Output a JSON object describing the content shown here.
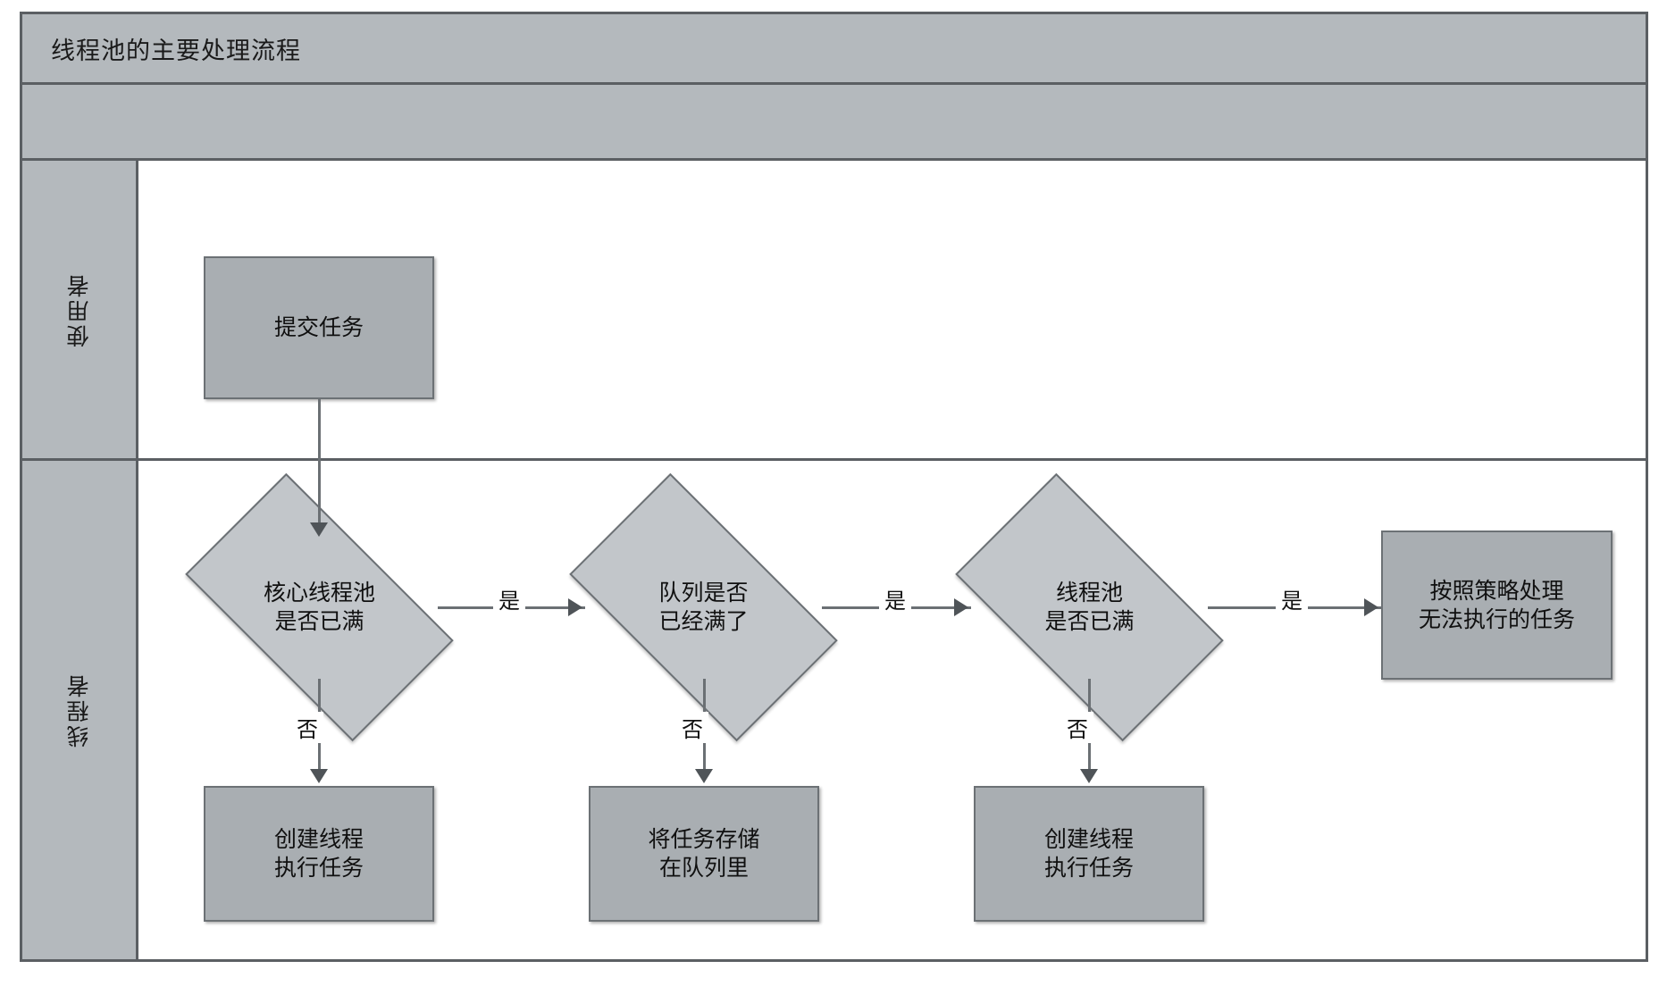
{
  "diagram": {
    "title": "线程池的主要处理流程",
    "phase_band_label": "",
    "colors": {
      "lane_header_fill": "#b4b9bd",
      "node_fill": "#a9aeb2",
      "decision_fill": "#c2c6ca",
      "border": "#6c7175",
      "frame_border": "#5b5f63",
      "connector": "#6b7074",
      "canvas": "#ffffff"
    },
    "lanes": [
      {
        "id": "lane-user",
        "label": "使用者"
      },
      {
        "id": "lane-thread",
        "label": "线程者"
      }
    ],
    "nodes": [
      {
        "id": "submit-task",
        "type": "process",
        "lane": "lane-user",
        "text": "提交任务"
      },
      {
        "id": "core-pool-full",
        "type": "decision",
        "lane": "lane-thread",
        "text": "核心线程池\n是否已满"
      },
      {
        "id": "queue-full",
        "type": "decision",
        "lane": "lane-thread",
        "text": "队列是否\n已经满了"
      },
      {
        "id": "pool-full",
        "type": "decision",
        "lane": "lane-thread",
        "text": "线程池\n是否已满"
      },
      {
        "id": "reject-policy",
        "type": "process",
        "lane": "lane-thread",
        "text": "按照策略处理\n无法执行的任务"
      },
      {
        "id": "create-thread-1",
        "type": "process",
        "lane": "lane-thread",
        "text": "创建线程\n执行任务"
      },
      {
        "id": "store-in-queue",
        "type": "process",
        "lane": "lane-thread",
        "text": "将任务存储\n在队列里"
      },
      {
        "id": "create-thread-2",
        "type": "process",
        "lane": "lane-thread",
        "text": "创建线程\n执行任务"
      }
    ],
    "edges": [
      {
        "id": "e-submit-to-core",
        "from": "submit-task",
        "to": "core-pool-full",
        "label": ""
      },
      {
        "id": "e-core-yes-queue",
        "from": "core-pool-full",
        "to": "queue-full",
        "label": "是"
      },
      {
        "id": "e-queue-yes-pool",
        "from": "queue-full",
        "to": "pool-full",
        "label": "是"
      },
      {
        "id": "e-pool-yes-reject",
        "from": "pool-full",
        "to": "reject-policy",
        "label": "是"
      },
      {
        "id": "e-core-no-create",
        "from": "core-pool-full",
        "to": "create-thread-1",
        "label": "否"
      },
      {
        "id": "e-queue-no-store",
        "from": "queue-full",
        "to": "store-in-queue",
        "label": "否"
      },
      {
        "id": "e-pool-no-create",
        "from": "pool-full",
        "to": "create-thread-2",
        "label": "否"
      }
    ]
  }
}
